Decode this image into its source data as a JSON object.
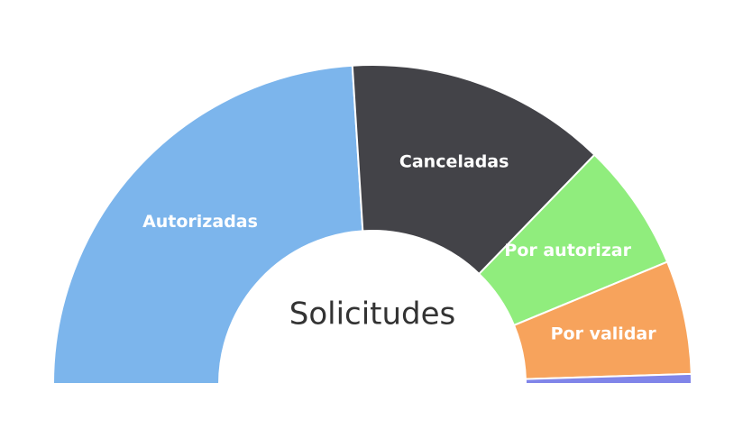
{
  "chart_data": {
    "type": "pie",
    "subtype": "semi-donut",
    "title": "Solicitudes",
    "slices": [
      {
        "label": "Autorizadas",
        "value": 48.0,
        "color": "#7cb5ec",
        "show_label": true
      },
      {
        "label": "Canceladas",
        "value": 26.5,
        "color": "#434348",
        "show_label": true
      },
      {
        "label": "Por autorizar",
        "value": 13.0,
        "color": "#90ed7d",
        "show_label": true
      },
      {
        "label": "Por validar",
        "value": 11.5,
        "color": "#f7a35c",
        "show_label": true
      },
      {
        "label": "",
        "value": 1.0,
        "color": "#8085e9",
        "show_label": false
      }
    ]
  }
}
